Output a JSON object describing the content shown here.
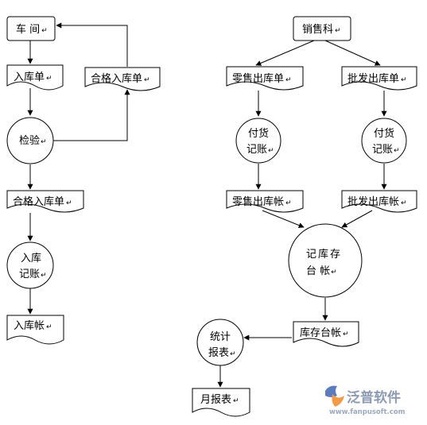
{
  "diagram": {
    "left": {
      "workshop": "车  间",
      "inbound_slip": "入库单",
      "qualified_slip_top": "合格入库单",
      "inspection": "检验",
      "qualified_slip": "合格入库单",
      "inbound_post_line1": "入库",
      "inbound_post_line2": "记账",
      "inbound_ledger": "入库帐"
    },
    "right": {
      "sales_dept": "销售科",
      "retail_slip": "零售出库单",
      "wholesale_slip": "批发出库单",
      "pay_post_left_line1": "付货",
      "pay_post_left_line2": "记账",
      "pay_post_right_line1": "付货",
      "pay_post_right_line2": "记账",
      "retail_ledger": "零售出库帐",
      "wholesale_ledger": "批发出库帐",
      "stock_post_line1": "记库存",
      "stock_post_line2": "台  帐",
      "stock_ledger": "库存台帐",
      "stats_line1": "统计",
      "stats_line2": "报表",
      "monthly_report": "月报表"
    },
    "return_mark": "↵"
  },
  "watermark": {
    "brand": "泛普软件",
    "url": "www.fanpusoft.com"
  },
  "colors": {
    "stroke": "#000000",
    "logo_blue": "#3f67b5",
    "logo_orange": "#f08a24",
    "logo_text": "#7a8aa5"
  }
}
